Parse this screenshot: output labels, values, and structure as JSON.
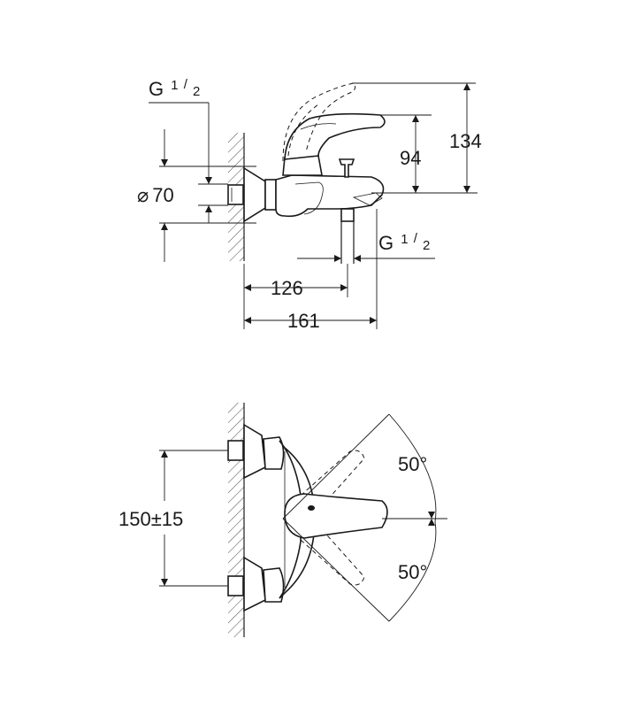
{
  "side_view": {
    "thread_top": {
      "main": "G",
      "num": "1",
      "den": "2"
    },
    "diameter": {
      "symbol": "⌀",
      "value": "70"
    },
    "dim_94": "94",
    "dim_134": "134",
    "thread_bottom": {
      "main": "G",
      "num": "1",
      "den": "2"
    },
    "dim_126": "126",
    "dim_161": "161"
  },
  "front_view": {
    "spacing": "150±15",
    "angle_top": "50°",
    "angle_bottom": "50°"
  }
}
